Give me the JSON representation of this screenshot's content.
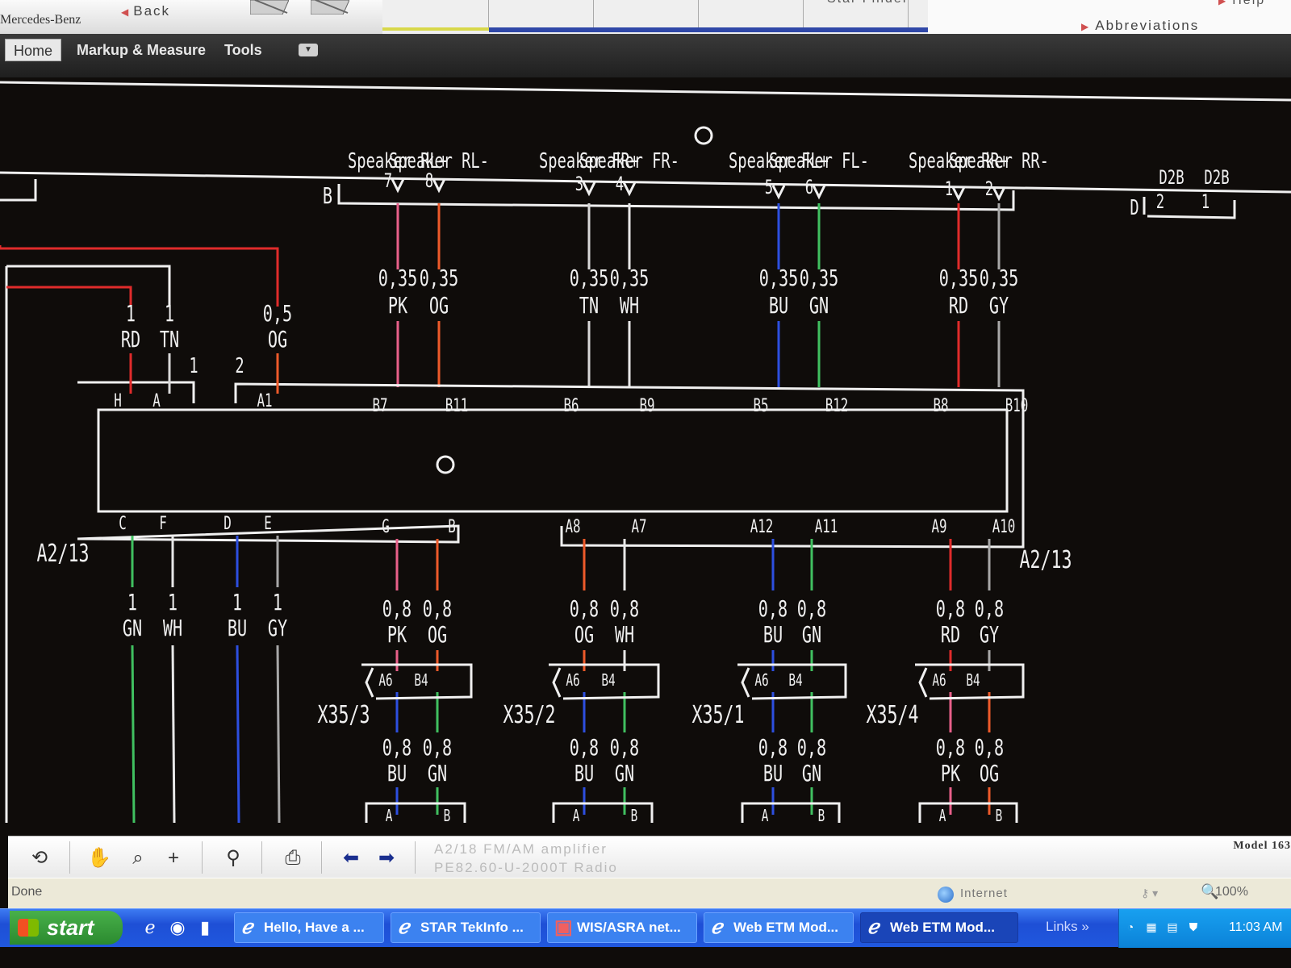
{
  "app": {
    "brand": "Mercedes-Benz",
    "back_label": "Back",
    "star_finder": "Star Finder",
    "abbreviations_label": "Abbreviations",
    "help_label": "Help"
  },
  "menu": {
    "tabs": [
      "Home",
      "Markup & Measure",
      "Tools"
    ],
    "active": "Home",
    "dropdown_icon": "chevron-down-icon"
  },
  "diagram": {
    "colors": {
      "PK": "#e8608a",
      "OG": "#ee5a2a",
      "RD": "#e02b2b",
      "TN": "#d8d8d8",
      "WH": "#e8e8e8",
      "BU": "#2d4fe0",
      "GN": "#40c060",
      "GY": "#a8a8a8",
      "line": "#f0f0f0"
    },
    "top_connector_label": "B",
    "right_connector_label": "D",
    "module_label": "A2/13",
    "speaker_wires": [
      {
        "signal": "Speaker RL+",
        "pin": "7",
        "size": "0,35",
        "color": "PK",
        "module_pin": "B7"
      },
      {
        "signal": "Speaker RL-",
        "pin": "8",
        "size": "0,35",
        "color": "OG",
        "module_pin": "B11"
      },
      {
        "signal": "Speaker FR+",
        "pin": "3",
        "size": "0,35",
        "color": "TN",
        "module_pin": "B6"
      },
      {
        "signal": "Speaker FR-",
        "pin": "4",
        "size": "0,35",
        "color": "WH",
        "module_pin": "B9"
      },
      {
        "signal": "Speaker FL+",
        "pin": "5",
        "size": "0,35",
        "color": "BU",
        "module_pin": "B5"
      },
      {
        "signal": "Speaker FL-",
        "pin": "6",
        "size": "0,35",
        "color": "GN",
        "module_pin": "B12"
      },
      {
        "signal": "Speaker RR+",
        "pin": "1",
        "size": "0,35",
        "color": "RD",
        "module_pin": "B8"
      },
      {
        "signal": "Speaker RR-",
        "pin": "2",
        "size": "0,35",
        "color": "GY",
        "module_pin": "B10"
      }
    ],
    "d2b_pins": [
      {
        "label": "D2B",
        "pin": "2"
      },
      {
        "label": "D2B",
        "pin": "1"
      }
    ],
    "left_wires": [
      {
        "size": "1",
        "color": "RD",
        "module_pin": "H"
      },
      {
        "size": "1",
        "color": "TN",
        "module_pin": "A"
      },
      {
        "size": "0,5",
        "color": "OG",
        "module_pin": "A1"
      }
    ],
    "left_group_labels": [
      "1",
      "2"
    ],
    "bottom_left_wires": [
      {
        "size": "1",
        "color": "GN",
        "module_pin": "C"
      },
      {
        "size": "1",
        "color": "WH",
        "module_pin": "F"
      },
      {
        "size": "1",
        "color": "BU",
        "module_pin": "D"
      },
      {
        "size": "1",
        "color": "GY",
        "module_pin": "E"
      }
    ],
    "bottom_groups": [
      {
        "connector": "X35/3",
        "pins": [
          "G",
          "B"
        ],
        "upper": [
          [
            "0,8",
            "PK"
          ],
          [
            "0,8",
            "OG"
          ]
        ],
        "lower": [
          [
            "0,8",
            "BU"
          ],
          [
            "0,8",
            "GN"
          ]
        ],
        "lower_pins": [
          "A",
          "B"
        ]
      },
      {
        "connector": "X35/2",
        "pins": [
          "A8",
          "A7"
        ],
        "upper": [
          [
            "0,8",
            "OG"
          ],
          [
            "0,8",
            "WH"
          ]
        ],
        "lower": [
          [
            "0,8",
            "BU"
          ],
          [
            "0,8",
            "GN"
          ]
        ],
        "lower_pins": [
          "A",
          "B"
        ]
      },
      {
        "connector": "X35/1",
        "pins": [
          "A12",
          "A11"
        ],
        "upper": [
          [
            "0,8",
            "BU"
          ],
          [
            "0,8",
            "GN"
          ]
        ],
        "lower": [
          [
            "0,8",
            "BU"
          ],
          [
            "0,8",
            "GN"
          ]
        ],
        "lower_pins": [
          "A",
          "B"
        ]
      },
      {
        "connector": "X35/4",
        "pins": [
          "A9",
          "A10"
        ],
        "upper": [
          [
            "0,8",
            "RD"
          ],
          [
            "0,8",
            "GY"
          ]
        ],
        "lower": [
          [
            "0,8",
            "PK"
          ],
          [
            "0,8",
            "OG"
          ]
        ],
        "lower_pins": [
          "A",
          "B"
        ]
      }
    ],
    "splice_pins": [
      "A6",
      "B4"
    ]
  },
  "toolbar": {
    "doc_title": "A2/18  FM/AM amplifier",
    "doc_subtitle": "PE82.60-U-2000T    Radio",
    "model": "Model 163"
  },
  "status": {
    "text": "Done",
    "zone": "Internet",
    "zoom": "100%"
  },
  "taskbar": {
    "start_label": "start",
    "windows": [
      {
        "label": "Hello, Have a ...",
        "icon": "ie-icon"
      },
      {
        "label": "STAR TekInfo ...",
        "icon": "ie-icon"
      },
      {
        "label": "WIS/ASRA net...",
        "icon": "wis-icon"
      },
      {
        "label": "Web ETM Mod...",
        "icon": "ie-icon"
      },
      {
        "label": "Web ETM Mod...",
        "icon": "ie-icon",
        "active": true
      }
    ],
    "links_label": "Links",
    "clock": "11:03 AM"
  }
}
